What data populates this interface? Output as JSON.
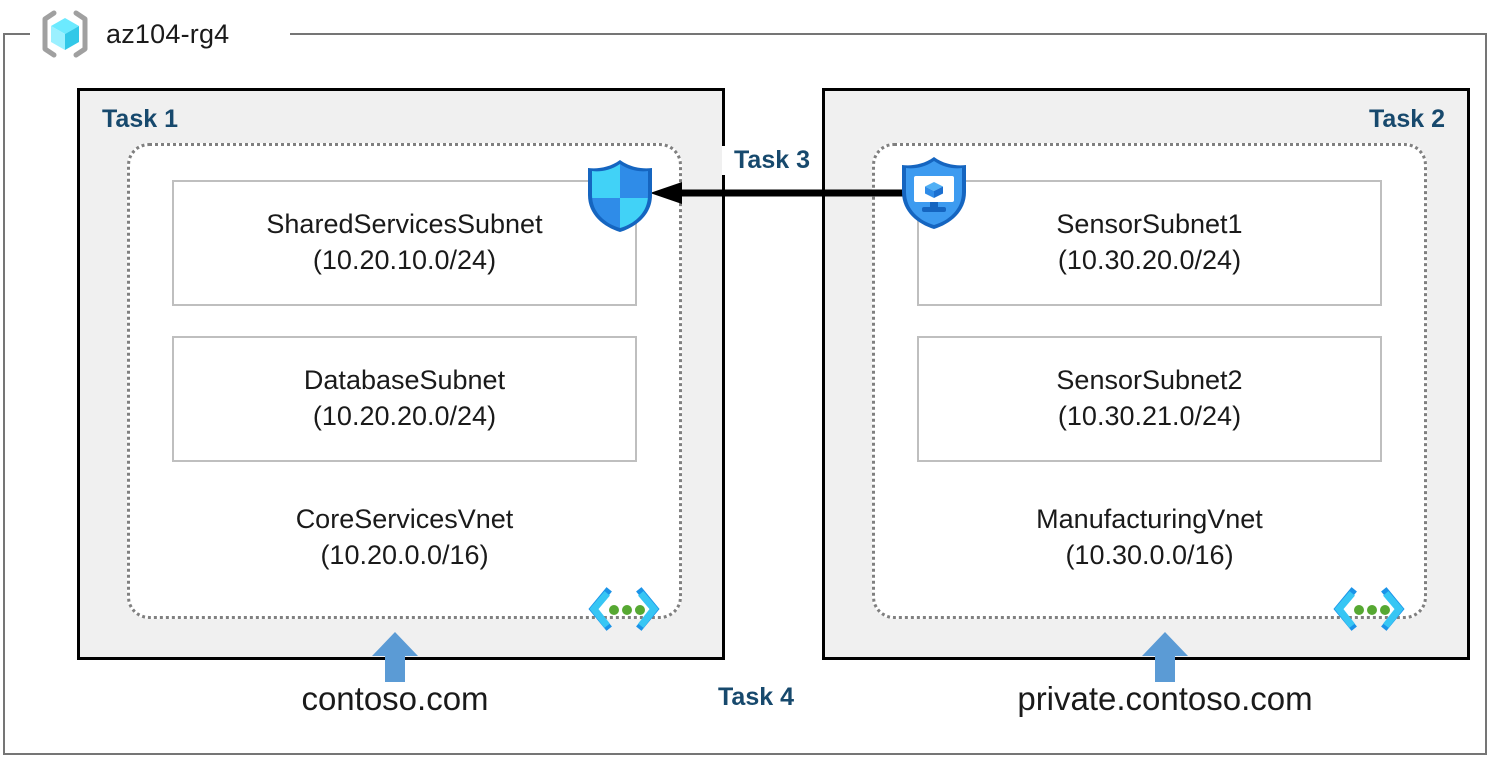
{
  "resource_group": {
    "name": "az104-rg4",
    "icon": "azure-resource-group-cube-icon"
  },
  "panels": [
    {
      "id": "left",
      "task_label": "Task 1",
      "align": "left",
      "vnet": {
        "name": "CoreServicesVnet",
        "cidr": "(10.20.0.0/16)",
        "icon": "virtual-network-icon"
      },
      "subnets": [
        {
          "name": "SharedServicesSubnet",
          "cidr": "(10.20.10.0/24)"
        },
        {
          "name": "DatabaseSubnet",
          "cidr": "(10.20.20.0/24)"
        }
      ],
      "dns": {
        "label": "contoso.com",
        "arrow": "up-arrow-icon"
      }
    },
    {
      "id": "right",
      "task_label": "Task 2",
      "align": "right",
      "vnet": {
        "name": "ManufacturingVnet",
        "cidr": "(10.30.0.0/16)",
        "icon": "virtual-network-icon"
      },
      "subnets": [
        {
          "name": "SensorSubnet1",
          "cidr": "(10.30.20.0/24)"
        },
        {
          "name": "SensorSubnet2",
          "cidr": "(10.30.21.0/24)"
        }
      ],
      "dns": {
        "label": "private.contoso.com",
        "arrow": "up-arrow-icon"
      }
    }
  ],
  "connection": {
    "task_label": "Task 3",
    "direction": "right-to-left",
    "source_icon": "shield-monitor-icon",
    "target_icon": "shield-icon"
  },
  "task4": {
    "label": "Task 4"
  },
  "colors": {
    "task_label": "#17496d",
    "panel_fill": "#f0f0f0",
    "panel_border": "#000000",
    "vnet_border": "#808080",
    "subnet_border": "#bfbfbf",
    "rg_border": "#757575",
    "dns_arrow": "#5b9bd5",
    "connector_arrow": "#000000",
    "shield_blue": "#2f8ce8",
    "shield_cyan": "#41d2f7",
    "vnet_glyph_blue": "#1b93e8",
    "vnet_glyph_cyan": "#37c6f4",
    "vnet_glyph_dot": "#56a832",
    "cube_cyan": "#50e6ff",
    "bracket_gray": "#a0a0a0"
  }
}
